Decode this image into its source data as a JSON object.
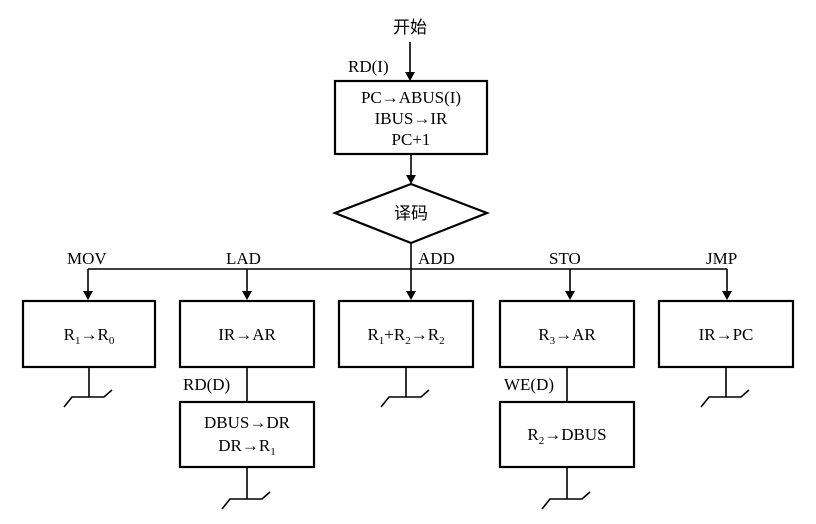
{
  "start": {
    "label": "开始"
  },
  "fetch": {
    "signal": "RD(I)",
    "lines": [
      "PC→ABUS(I)",
      "IBUS→IR",
      "PC+1"
    ]
  },
  "decode": {
    "label": "译码"
  },
  "branches": {
    "mov": {
      "label": "MOV",
      "box": "R1→R0"
    },
    "lad": {
      "label": "LAD",
      "box": "IR→AR",
      "signal": "RD(D)",
      "box2": [
        "DBUS→DR",
        "DR→R1"
      ]
    },
    "add": {
      "label": "ADD",
      "box": "R1+R2→R2"
    },
    "sto": {
      "label": "STO",
      "box": "R3→AR",
      "signal": "WE(D)",
      "box2": [
        "R2→DBUS"
      ]
    },
    "jmp": {
      "label": "JMP",
      "box": "IR→PC"
    }
  }
}
